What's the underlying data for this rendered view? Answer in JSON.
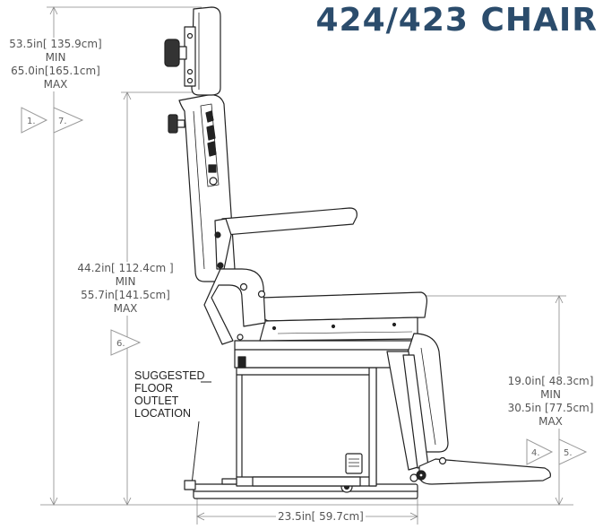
{
  "title": "424/423 CHAIR",
  "dimensions": {
    "overall_height": {
      "min_label": "53.5in[ 135.9cm]",
      "min_word": "MIN",
      "max_label": "65.0in[165.1cm]",
      "max_word": "MAX"
    },
    "seat_back_height": {
      "min_label": "44.2in[ 112.4cm ]",
      "min_word": "MIN",
      "max_label": "55.7in[141.5cm]",
      "max_word": "MAX"
    },
    "seat_height": {
      "min_label": "19.0in[ 48.3cm]",
      "min_word": "MIN",
      "max_label": "30.5in [77.5cm]",
      "max_word": "MAX"
    },
    "base_width": {
      "label": "23.5in[ 59.7cm]"
    }
  },
  "floor_outlet_note": [
    "SUGGESTED",
    "FLOOR",
    "OUTLET",
    "LOCATION"
  ],
  "badges": [
    "1.",
    "7.",
    "6.",
    "4.",
    "5."
  ],
  "colors": {
    "title": "#2b4c6c",
    "linework": "#222222",
    "dimension_lines": "#888888"
  }
}
